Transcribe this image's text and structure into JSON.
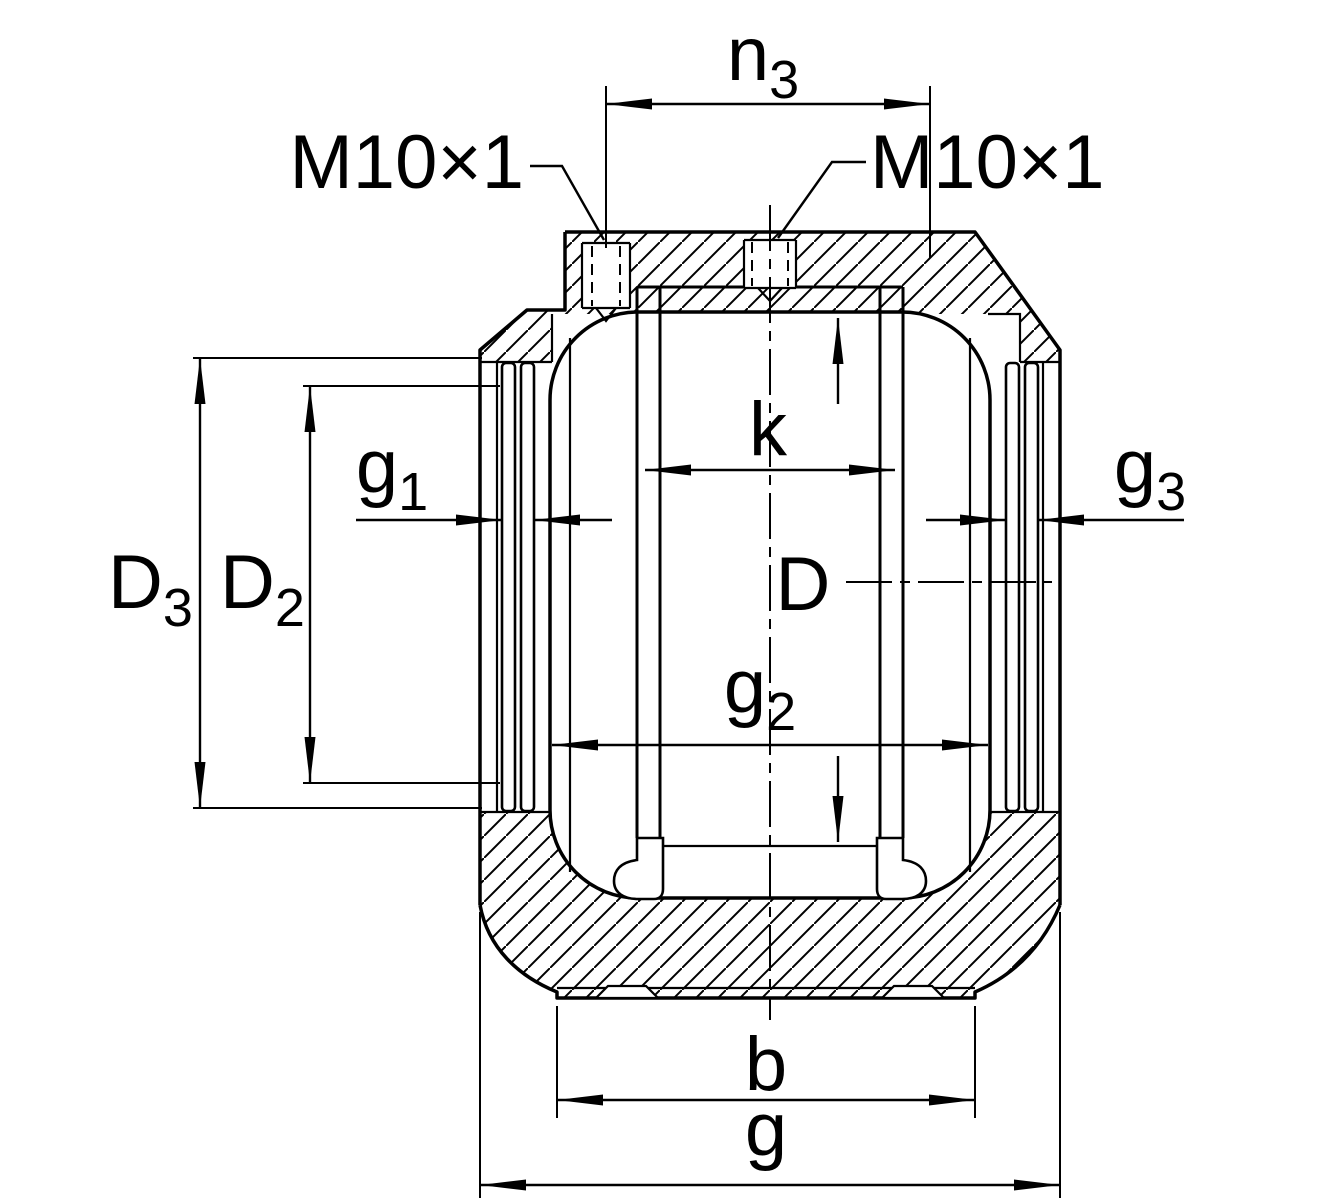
{
  "figure": {
    "type": "technical-drawing",
    "description": "Sectional dimension drawing of a flanged bearing housing unit with lubrication holes",
    "background_color": "#ffffff",
    "line_color": "#000000"
  },
  "labels": {
    "n3": {
      "main": "n",
      "sub": "3"
    },
    "m10_left": {
      "text": "M10×1"
    },
    "m10_right": {
      "text": "M10×1"
    },
    "k": {
      "text": "k"
    },
    "g1": {
      "main": "g",
      "sub": "1"
    },
    "g3": {
      "main": "g",
      "sub": "3"
    },
    "d3": {
      "main": "D",
      "sub": "3"
    },
    "d2": {
      "main": "D",
      "sub": "2"
    },
    "d": {
      "text": "D"
    },
    "g2": {
      "main": "g",
      "sub": "2"
    },
    "b": {
      "text": "b"
    },
    "g": {
      "text": "g"
    }
  }
}
